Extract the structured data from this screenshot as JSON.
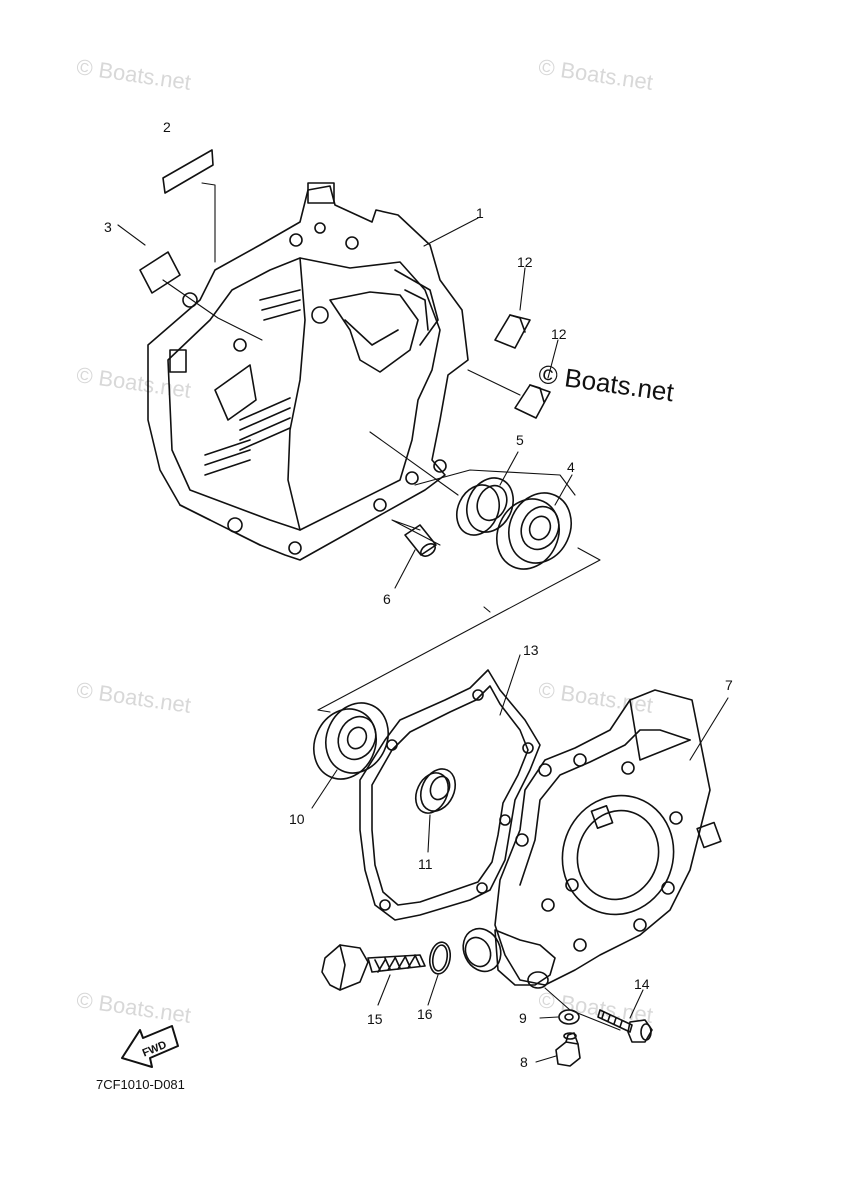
{
  "watermark": "© Boats.net",
  "watermark_main": "© Boats.net",
  "diagram_code": "7CF1010-D081",
  "fwd_label": "FWD",
  "callouts": {
    "p1": "1",
    "p2": "2",
    "p3": "3",
    "p4": "4",
    "p5": "5",
    "p6": "6",
    "p7": "7",
    "p8": "8",
    "p9": "9",
    "p10": "10",
    "p11": "11",
    "p12a": "12",
    "p12b": "12",
    "p13": "13",
    "p14": "14",
    "p15": "15",
    "p16": "16"
  }
}
